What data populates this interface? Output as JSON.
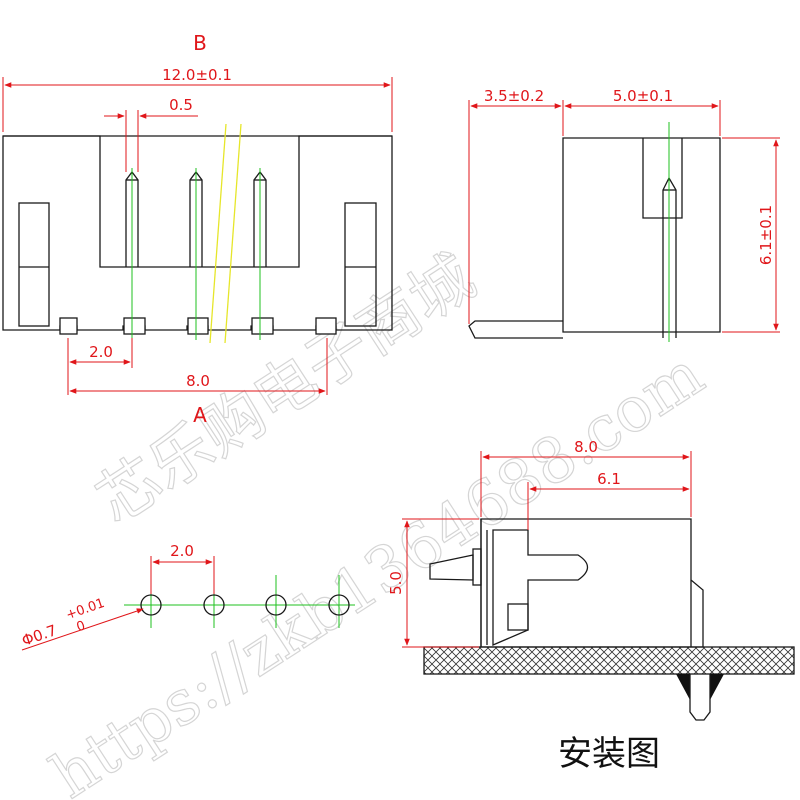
{
  "front_view": {
    "label_top": "B",
    "label_bottom": "A",
    "dim_overall": "12.0±0.1",
    "dim_pin_width": "0.5",
    "dim_pitch": "2.0",
    "dim_span": "8.0"
  },
  "side_view": {
    "dim_depth": "3.5±0.2",
    "dim_width": "5.0±0.1",
    "dim_height": "6.1±0.1"
  },
  "pcb_layout": {
    "dim_pitch": "2.0",
    "dim_hole": "Φ0.7",
    "tol_upper": "+0.01",
    "tol_lower": "0"
  },
  "install_view": {
    "dim_length": "8.0",
    "dim_inner": "6.1",
    "dim_height": "5.0",
    "caption": "安装图"
  },
  "watermark": {
    "cn": "芯乐购电子商城",
    "url": "https://zkb1364688.com"
  },
  "colors": {
    "dimension": "#e0161a",
    "centerline": "#1fc21f",
    "outline": "#1a1a1a",
    "highlight": "#e6e62a"
  }
}
